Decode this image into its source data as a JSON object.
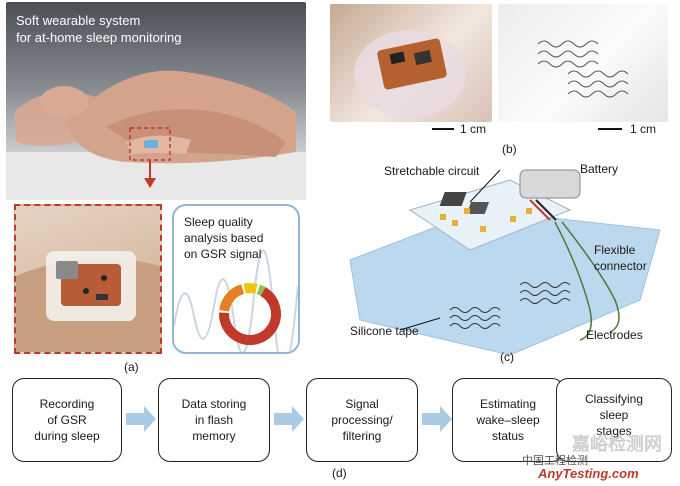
{
  "panel_a": {
    "title": "Soft wearable system\nfor at-home sleep monitoring",
    "gsr_label": "Sleep quality\nanalysis based\non GSR signal",
    "label": "(a)"
  },
  "panel_b": {
    "scale_left": "1 cm",
    "scale_right": "1 cm",
    "label": "(b)"
  },
  "panel_c": {
    "stretchable_circuit": "Stretchable circuit",
    "battery": "Battery",
    "flexible_connector": "Flexible\nconnector",
    "silicone_tape": "Silicone tape",
    "electrodes": "Electrodes",
    "label": "(c)"
  },
  "panel_d": {
    "steps": [
      "Recording\nof GSR\nduring sleep",
      "Data storing\nin flash\nmemory",
      "Signal\nprocessing/\nfiltering",
      "Estimating\nwake–sleep\nstatus",
      "Classifying\nsleep\nstages"
    ],
    "label": "(d)"
  },
  "watermark": {
    "line1": "嘉峪检测网",
    "line2": "中国工程检测",
    "line3": "AnyTesting.com"
  },
  "colors": {
    "dashed_red": "#c0392b",
    "arrow_blue": "#a9cbe3",
    "ring_red": "#c0392b",
    "ring_orange": "#e67e22",
    "ring_yellow": "#f1c40f",
    "ring_green": "#8bc34a"
  }
}
